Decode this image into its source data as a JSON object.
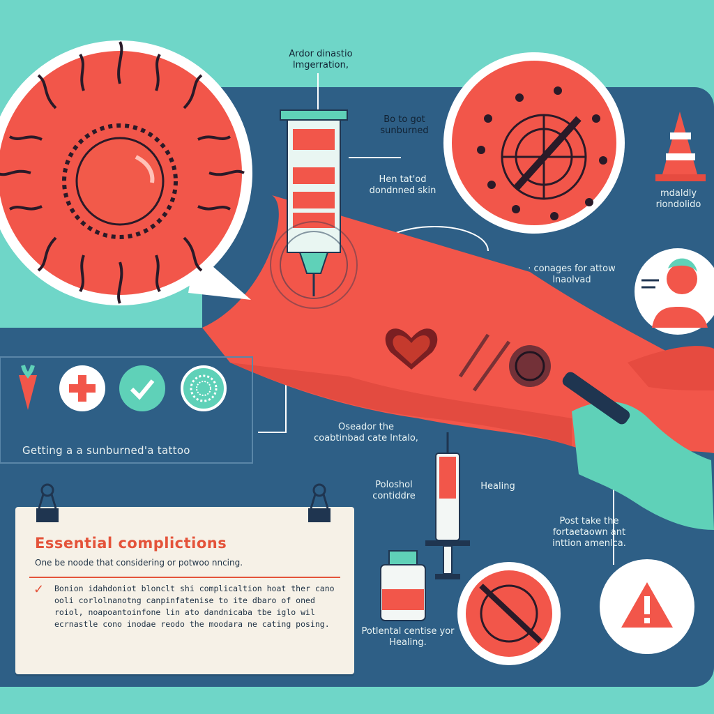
{
  "labels": {
    "top_center": "Ardor dinastio lmgerration,",
    "sunburned": "Bo to got sunburned",
    "damaged_skin": "Hen tat'od dondnned skin",
    "cone": "mdaldly riondolido",
    "person": "· conages for attow lnaolvad",
    "consider": "Oseador the coabtinbad cate lntalo,",
    "potential_top": "Poloshol contiddre",
    "healing": "Healing",
    "post": "Post take the fortaetaown ant inttion amenlca.",
    "potential_bottom": "Potlental centise yor Healing."
  },
  "caption": "Getting a a sunburned'a tattoo",
  "note": {
    "title": "Essential complictions",
    "subtitle": "One be noode that considering or potwoo nncing.",
    "body": "Bonion idahdoniot blonclt shi complicaltion hoat ther cano ooli corlolnanotng canpinfatenise to ite dbaro of oned roiol, noapoantoinfone lin ato dandnicaba tbe iglo wil ecrnastle cono inodae reodo the moodara ne cating posing."
  },
  "icons": [
    "carrot-icon",
    "medical-cross-icon",
    "check-icon",
    "skin-texture-icon"
  ],
  "colors": {
    "background": "#6fd6c8",
    "panel": "#2e5f86",
    "accent": "#f2564a",
    "teal": "#5fd1b8",
    "ink": "#1f3550"
  }
}
